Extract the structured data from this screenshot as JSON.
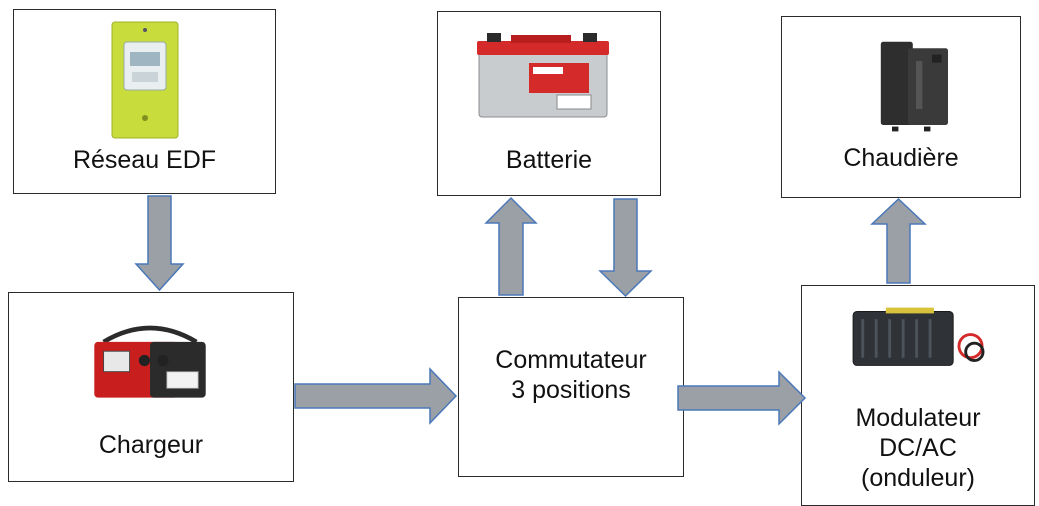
{
  "diagram": {
    "nodes": {
      "reseau_edf": {
        "label": "Réseau EDF",
        "image": "electric-meter-icon"
      },
      "batterie": {
        "label": "Batterie",
        "image": "car-battery-icon"
      },
      "chaudiere": {
        "label": "Chaudière",
        "image": "boiler-icon"
      },
      "chargeur": {
        "label": "Chargeur",
        "image": "battery-charger-icon"
      },
      "commutateur": {
        "label": "Commutateur\n3 positions"
      },
      "modulateur": {
        "label": "Modulateur\nDC/AC\n(onduleur)",
        "image": "inverter-icon"
      }
    },
    "edges": [
      {
        "from": "Réseau EDF",
        "to": "Chargeur"
      },
      {
        "from": "Chargeur",
        "to": "Commutateur 3 positions"
      },
      {
        "from": "Commutateur 3 positions",
        "to": "Batterie"
      },
      {
        "from": "Batterie",
        "to": "Commutateur 3 positions"
      },
      {
        "from": "Commutateur 3 positions",
        "to": "Modulateur DC/AC (onduleur)"
      },
      {
        "from": "Modulateur DC/AC (onduleur)",
        "to": "Chaudière"
      }
    ],
    "colors": {
      "arrow_fill": "#9aa0a6",
      "arrow_stroke": "#4a78b8",
      "box_border": "#2b2b2b",
      "meter_green": "#c8dc3c",
      "battery_red": "#d42a2a",
      "charger_red": "#c81e1e"
    }
  }
}
